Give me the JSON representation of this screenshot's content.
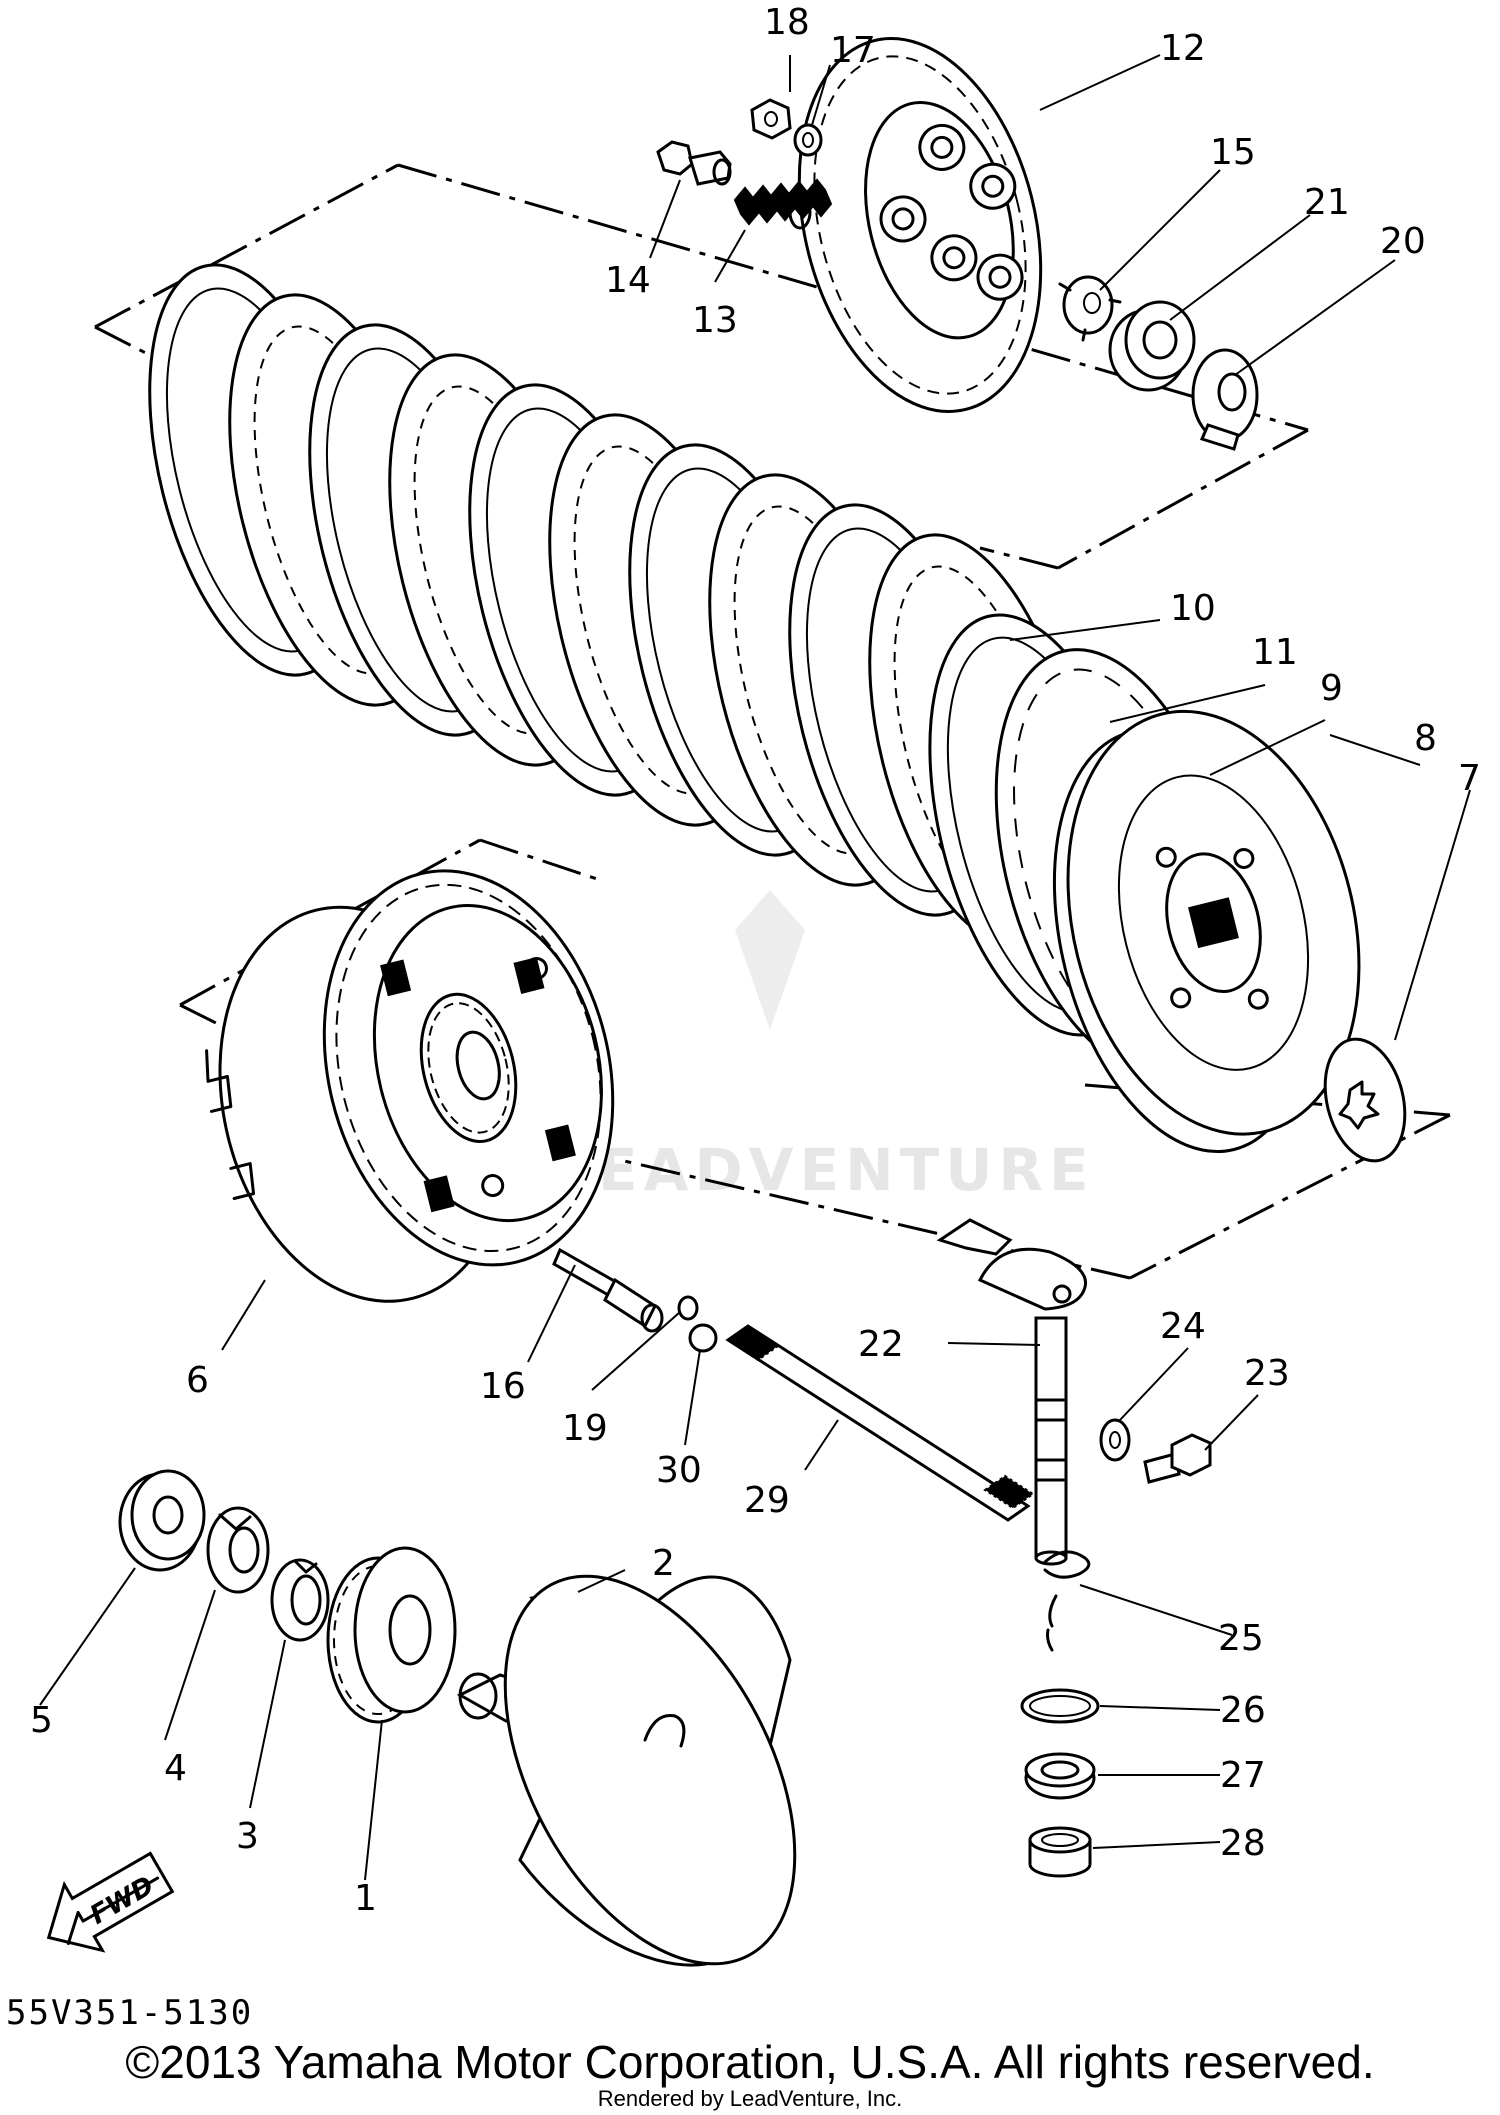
{
  "watermark": "LEADVENTURE",
  "fwd_arrow_label": "FWD",
  "diagram_code": "55V351-5130",
  "copyright": "©2013 Yamaha Motor Corporation, U.S.A. All rights reserved.",
  "rendered_by": "Rendered by LeadVenture, Inc.",
  "callouts": [
    "1",
    "2",
    "3",
    "4",
    "5",
    "6",
    "7",
    "8",
    "9",
    "10",
    "11",
    "12",
    "13",
    "14",
    "15",
    "16",
    "17",
    "18",
    "19",
    "20",
    "21",
    "22",
    "23",
    "24",
    "25",
    "26",
    "27",
    "28",
    "29",
    "30"
  ],
  "colors": {
    "ink": "#000000",
    "paper": "#ffffff",
    "watermark": "#e6e6e6"
  }
}
